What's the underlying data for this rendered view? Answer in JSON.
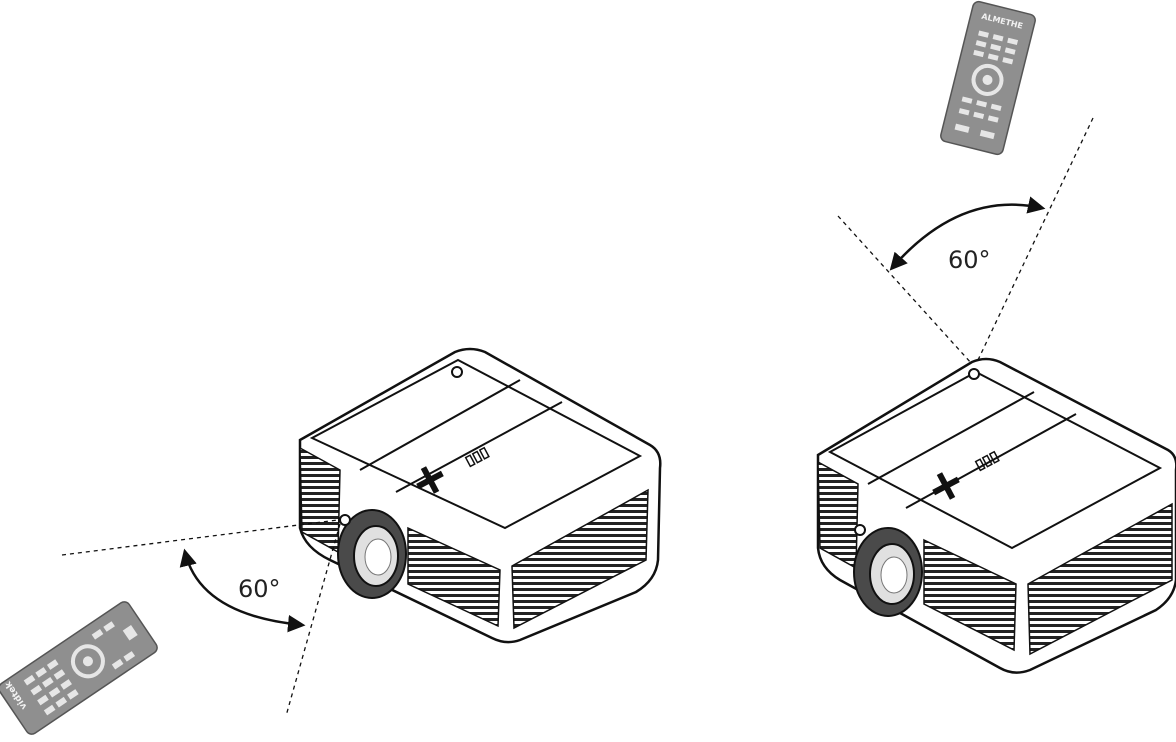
{
  "diagram": {
    "left_scene": {
      "angle_label": "60°",
      "remote_brand": "vidtek"
    },
    "right_scene": {
      "angle_label": "60°",
      "remote_brand": "ALMETHE"
    }
  },
  "colors": {
    "line": "#111111",
    "remote_body": "#8f8f8f",
    "remote_button": "#e6e6e6",
    "lens_ring": "#4a4a4a",
    "lens_glass": "#d0d0d0"
  }
}
